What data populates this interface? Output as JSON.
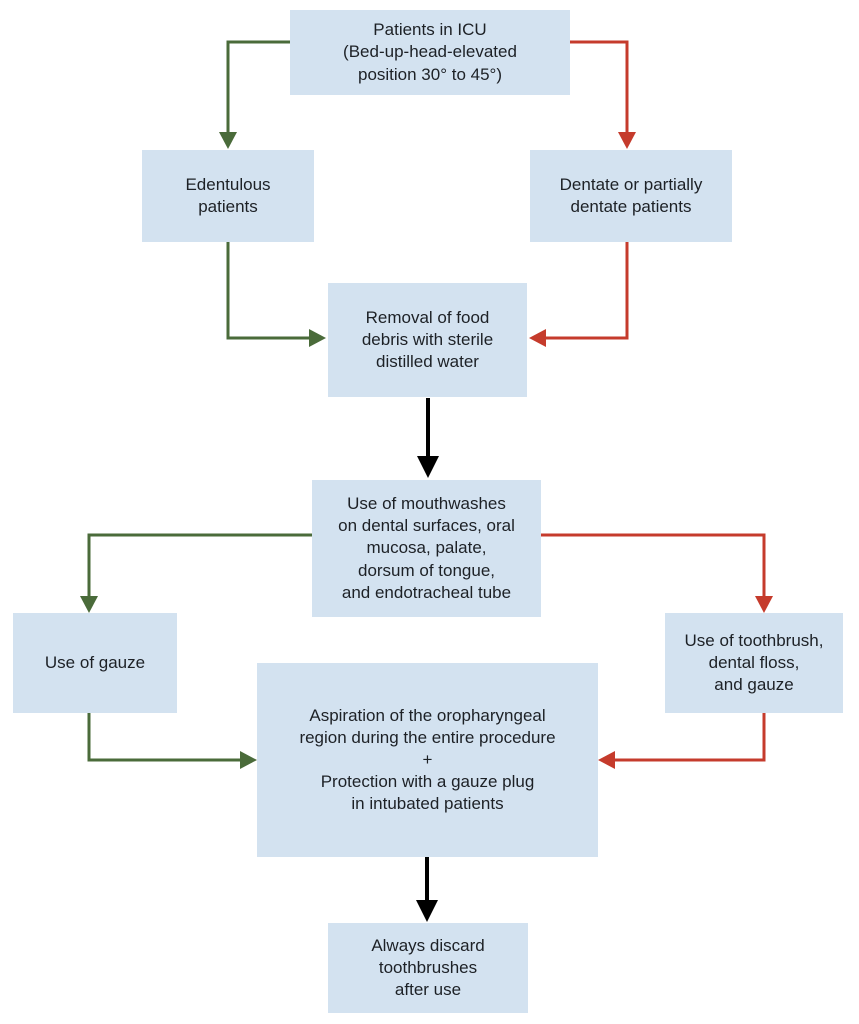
{
  "colors": {
    "box_fill": "#d3e2f0",
    "green_arrow": "#4a6b3a",
    "red_arrow": "#c53b2c",
    "black_arrow": "#000000",
    "text": "#1d2126"
  },
  "nodes": {
    "patients_icu": {
      "text": "Patients in ICU\n(Bed-up-head-elevated\nposition 30° to 45°)"
    },
    "edentulous": {
      "text": "Edentulous\npatients"
    },
    "dentate": {
      "text": "Dentate or partially\ndentate patients"
    },
    "removal": {
      "text": "Removal of food\ndebris with sterile\ndistilled water"
    },
    "mouthwashes": {
      "text": "Use of mouthwashes\non dental surfaces, oral\nmucosa, palate,\ndorsum of tongue,\nand endotracheal tube"
    },
    "gauze": {
      "text": "Use of gauze"
    },
    "toothbrush": {
      "text": "Use of toothbrush,\ndental floss,\nand gauze"
    },
    "aspiration": {
      "text": "Aspiration of the oropharyngeal\nregion during the entire procedure\n+\nProtection with a gauze plug\nin intubated patients"
    },
    "discard": {
      "text": "Always discard\ntoothbrushes\nafter use"
    }
  },
  "edges": [
    {
      "from": "patients_icu",
      "to": "edentulous",
      "color": "green"
    },
    {
      "from": "patients_icu",
      "to": "dentate",
      "color": "red"
    },
    {
      "from": "edentulous",
      "to": "removal",
      "color": "green"
    },
    {
      "from": "dentate",
      "to": "removal",
      "color": "red"
    },
    {
      "from": "removal",
      "to": "mouthwashes",
      "color": "black"
    },
    {
      "from": "mouthwashes",
      "to": "gauze",
      "color": "green"
    },
    {
      "from": "mouthwashes",
      "to": "toothbrush",
      "color": "red"
    },
    {
      "from": "gauze",
      "to": "aspiration",
      "color": "green"
    },
    {
      "from": "toothbrush",
      "to": "aspiration",
      "color": "red"
    },
    {
      "from": "aspiration",
      "to": "discard",
      "color": "black"
    }
  ]
}
